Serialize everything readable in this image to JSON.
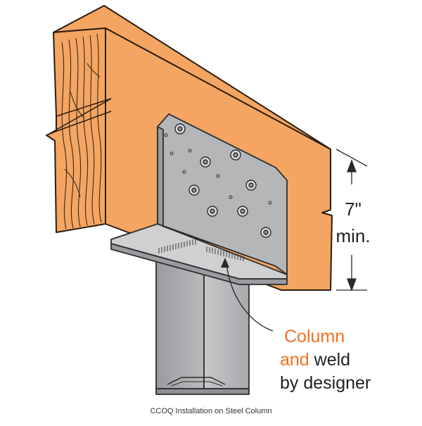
{
  "dimension": {
    "value": "7\"",
    "unit_text": "min."
  },
  "callout": {
    "word1": "Column",
    "word2": "and",
    "word3": "weld",
    "line3": "by designer"
  },
  "caption": "CCOQ Installation on Steel Column",
  "colors": {
    "wood": "#F3A561",
    "wood_shadow": "#E08F4A",
    "grain": "#3A2A1C",
    "steel": "#B5B6B8",
    "steel_dark": "#8F9093",
    "steel_light": "#CFD0D2",
    "accent": "#F37021",
    "text": "#222222"
  }
}
